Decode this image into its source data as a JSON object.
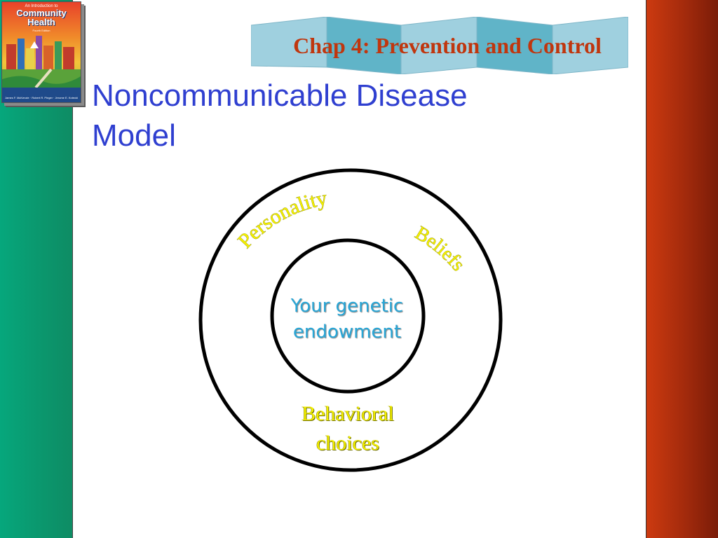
{
  "book_cover": {
    "title_line1": "An Introduction to",
    "title_line2": "Community",
    "title_line3": "Health",
    "edition": "Fourth Edition",
    "authors": "James F. McKenzie · Robert R. Pinger · Jerome E. Kotecki"
  },
  "header": {
    "chapter_label": "Chap 4: Prevention and Control"
  },
  "slide": {
    "title_line1": "Noncommunicable Disease",
    "title_line2": "Model"
  },
  "diagram": {
    "outer_ring_labels": [
      "Personality",
      "Beliefs"
    ],
    "bottom_label_line1": "Behavioral",
    "bottom_label_line2": "choices",
    "center_line1": "Your genetic",
    "center_line2": "endowment"
  },
  "colors": {
    "title": "#2f3fd0",
    "chapter_text": "#c0360e",
    "outer_labels": "#f4f000",
    "center_text": "#29a6d6",
    "left_bar": "#0a9a70",
    "right_bar": "#a22a0c"
  }
}
